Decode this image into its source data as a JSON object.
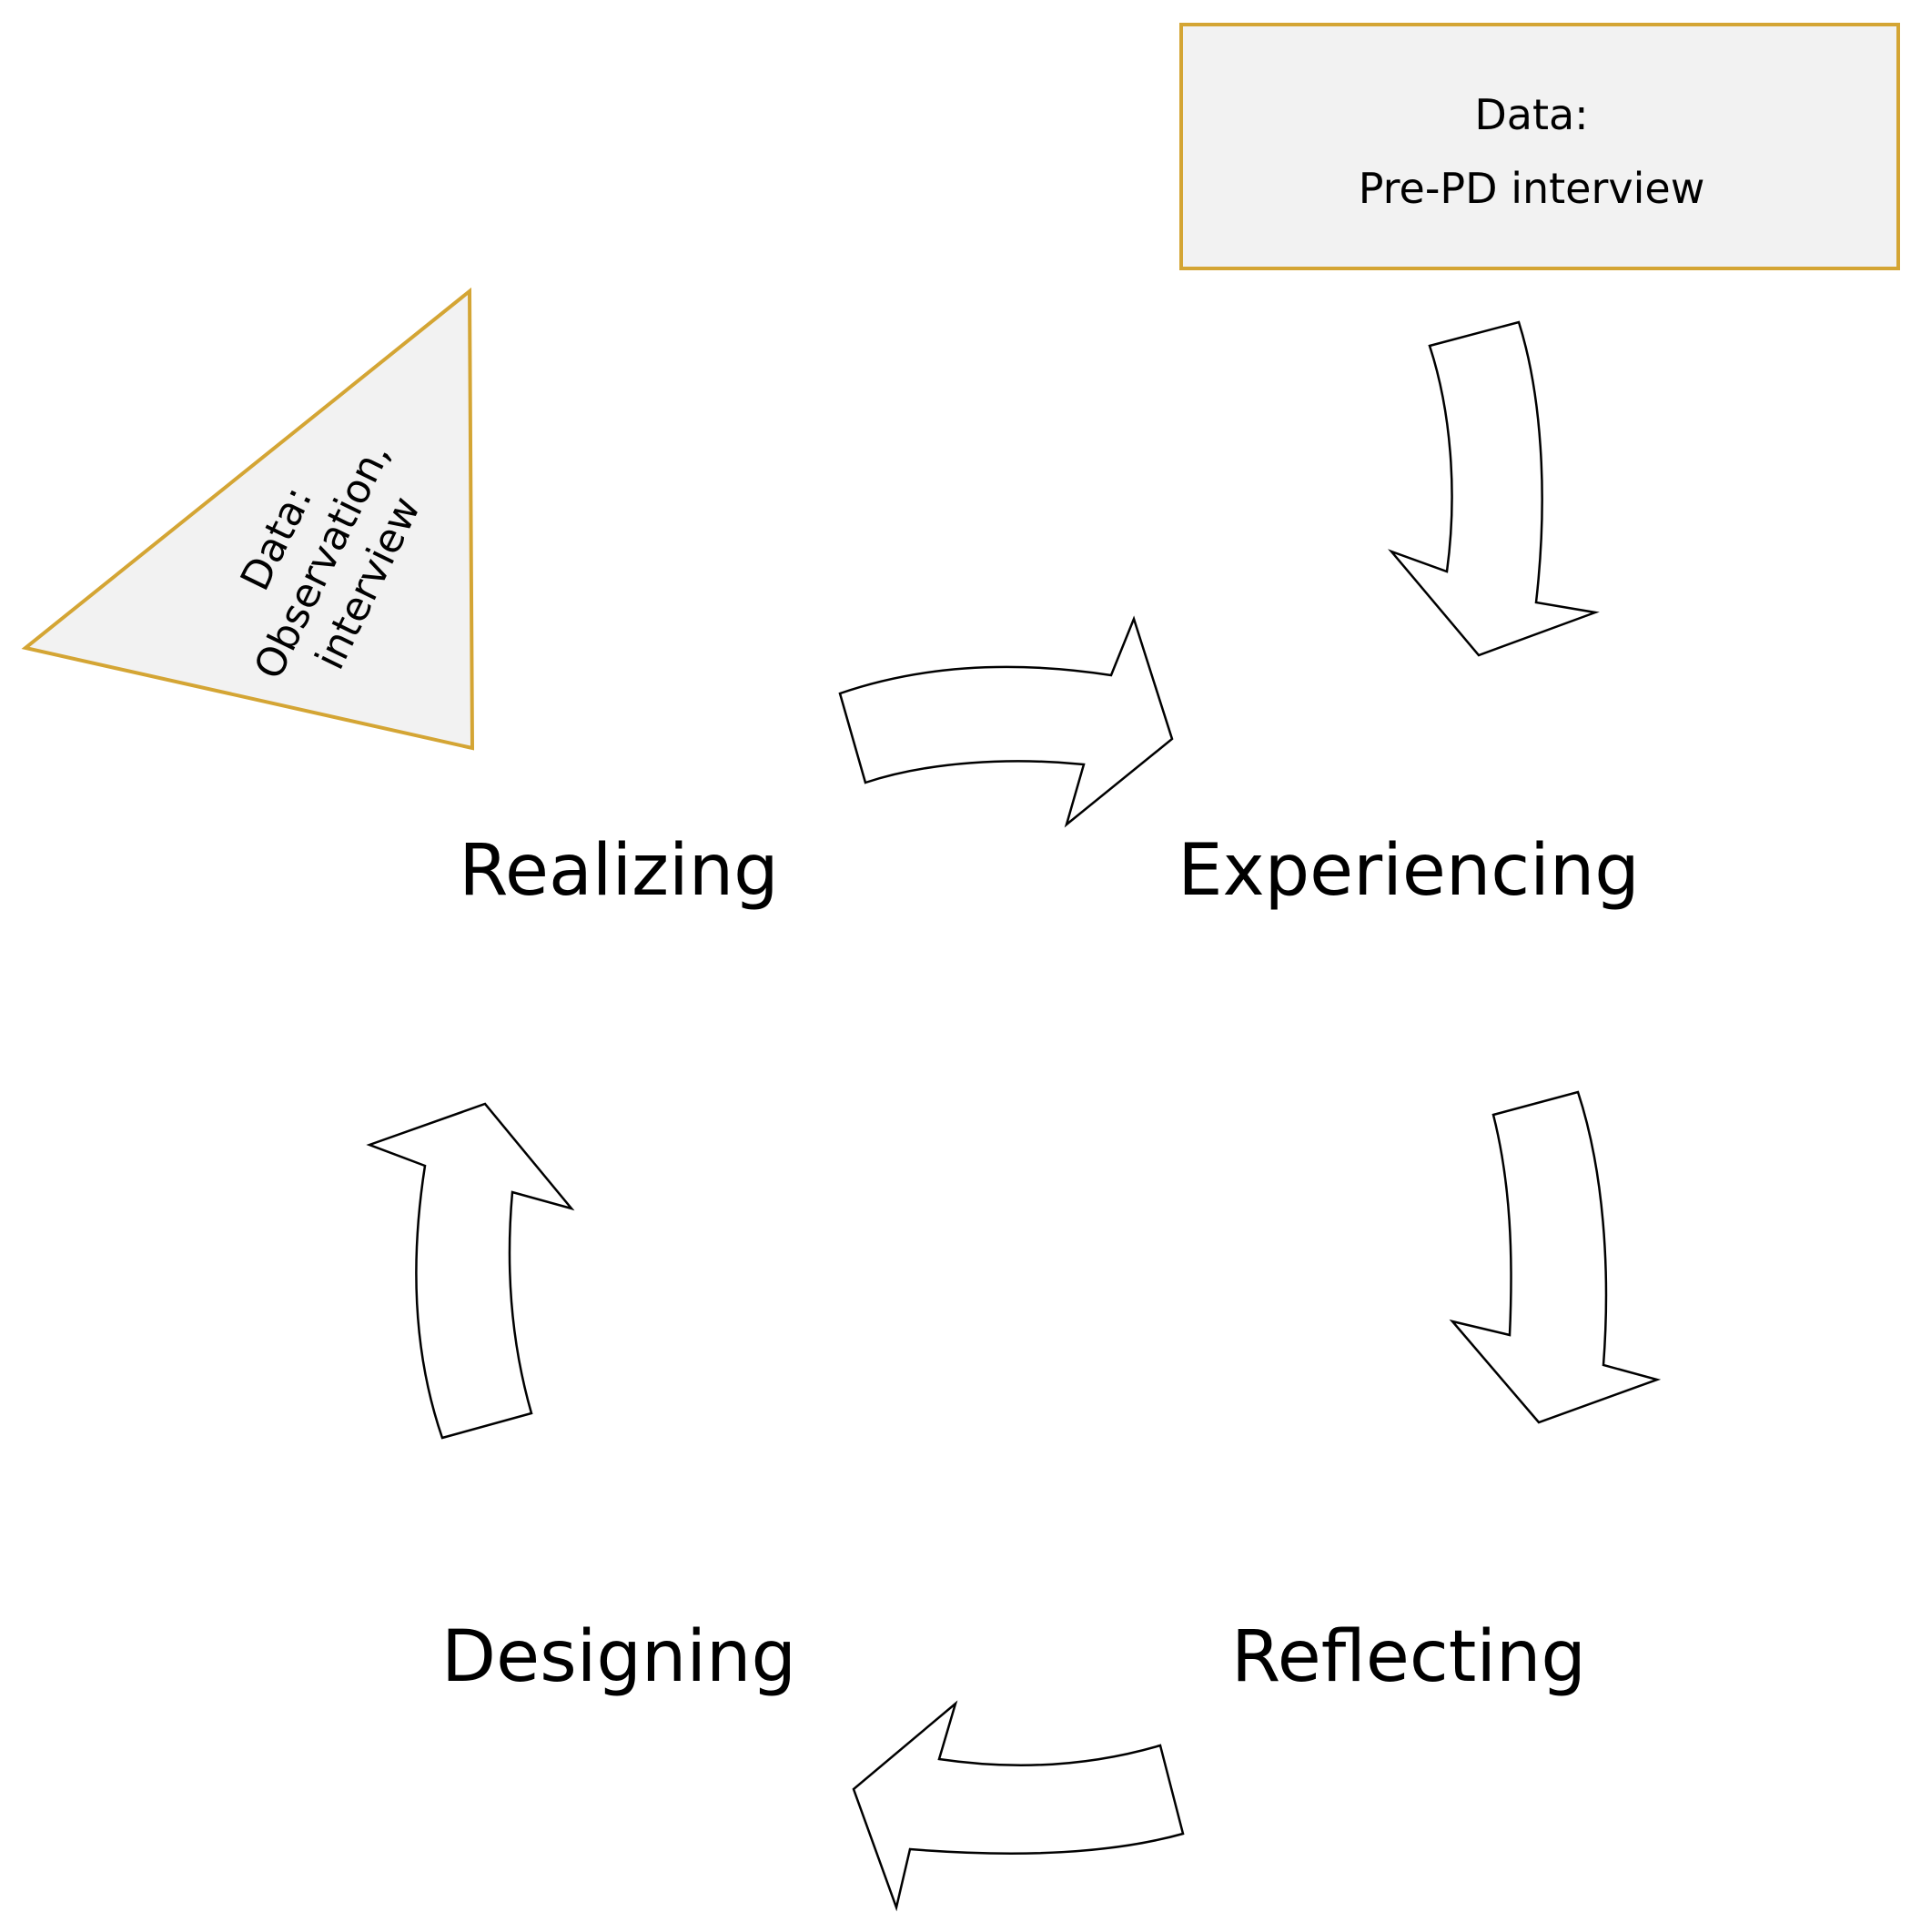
{
  "stages": {
    "experiencing": "Experiencing",
    "reflecting": "Reflecting",
    "designing": "Designing",
    "realizing": "Realizing"
  },
  "data_box": {
    "line1": "Data:",
    "line2": "Pre-PD interview"
  },
  "data_triangle": {
    "line1": "Data:",
    "line2": "Observation,",
    "line3": "interview"
  },
  "colors": {
    "note_border": "#d4a534",
    "note_fill": "#f2f2f2",
    "arrow_fill": "#ffffff",
    "arrow_stroke": "#000000"
  }
}
